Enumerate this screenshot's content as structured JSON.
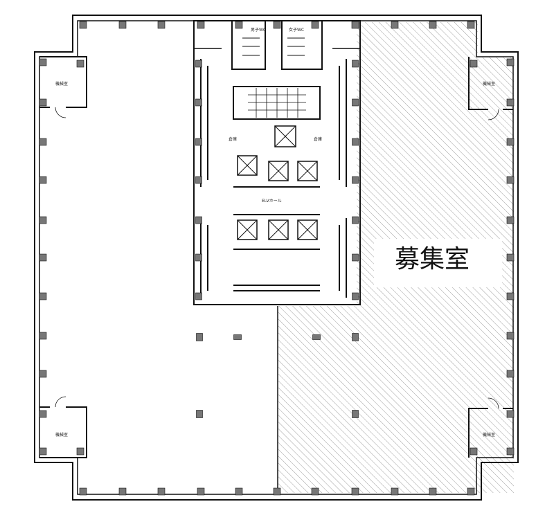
{
  "title_label": "募集室",
  "rooms": {
    "wc_men": "男子WC",
    "wc_women": "女子WC",
    "elevator_hall": "ELVホール",
    "storage_left": "倉庫",
    "storage_right": "倉庫",
    "corner_top_left": "機械室",
    "corner_top_right": "機械室",
    "corner_bottom_left": "機械室",
    "corner_bottom_right": "機械室"
  },
  "colors": {
    "wall": "#111111",
    "column": "#777777",
    "hatch": "#9a9a9a",
    "label_bg": "#ffffff"
  }
}
